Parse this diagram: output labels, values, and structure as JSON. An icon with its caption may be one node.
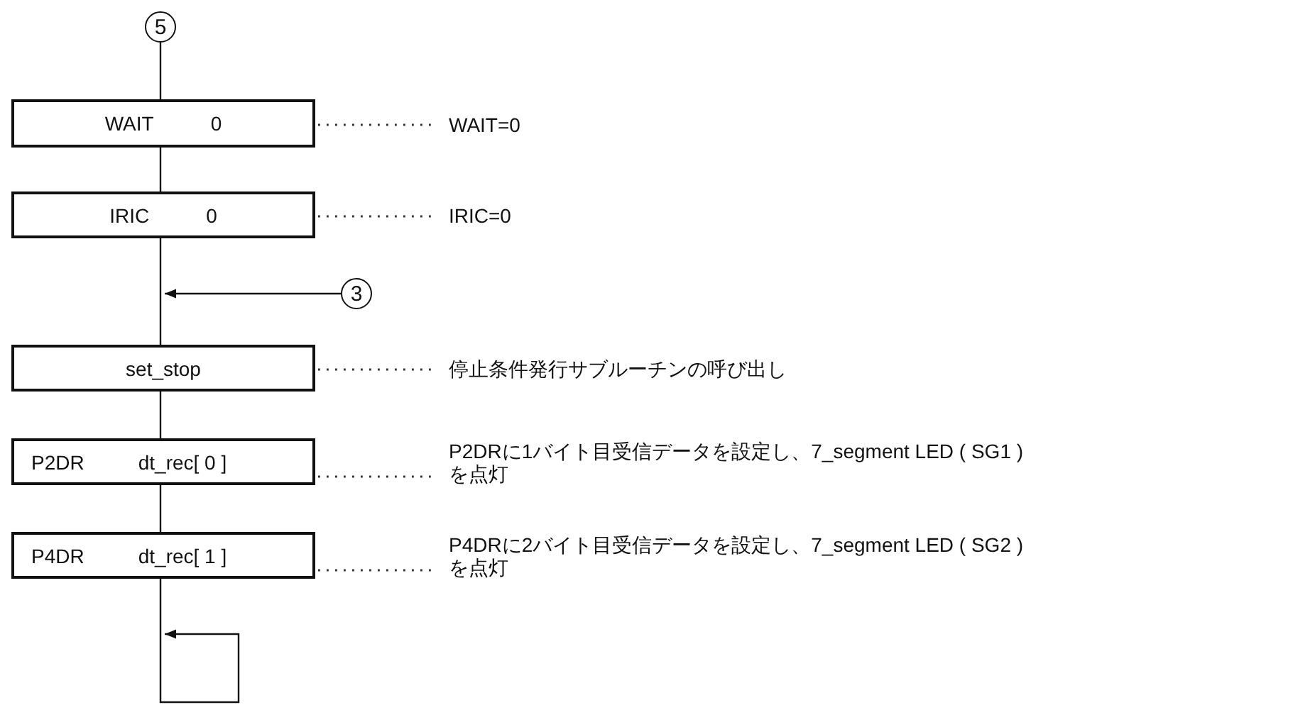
{
  "diagram": {
    "nodes": [
      {
        "text": [
          "5"
        ]
      },
      {
        "text": [
          "WAIT",
          "0"
        ]
      },
      {
        "text": [
          "IRIC",
          "0"
        ]
      },
      {
        "text": [
          "3"
        ]
      },
      {
        "text": [
          "set_stop"
        ]
      },
      {
        "text": [
          "P2DR",
          "dt_rec[ 0 ]"
        ]
      },
      {
        "text": [
          "P4DR",
          "dt_rec[ 1 ]"
        ]
      },
      {
        "text": [
          "WAIT=0"
        ]
      },
      {
        "text": [
          "IRIC=0"
        ]
      },
      {
        "text": [
          "停止条件発行サブルーチンの呼び出し"
        ]
      },
      {
        "text": [
          "P2DRに1バイト目受信データを設定し、7_segment LED ( SG1 ) を点灯"
        ]
      },
      {
        "text": [
          "P4DRに2バイト目受信データを設定し、7_segment LED ( SG2 ) を点灯"
        ]
      }
    ],
    "edges": [
      {
        "from": 0,
        "to": 1,
        "arrow": "none"
      },
      {
        "from": 1,
        "to": 2,
        "arrow": "none"
      },
      {
        "from": 2,
        "to": 4,
        "arrow": "none"
      },
      {
        "from": 3,
        "to": null,
        "arrow": "to"
      },
      {
        "from": 4,
        "to": 5,
        "arrow": "none"
      },
      {
        "from": 5,
        "to": 6,
        "arrow": "none"
      },
      {
        "from": 6,
        "to": null,
        "arrow": "to"
      },
      {
        "from": 1,
        "to": 7,
        "arrow": "none",
        "style": "dashed"
      },
      {
        "from": 2,
        "to": 8,
        "arrow": "none",
        "style": "dashed"
      },
      {
        "from": 4,
        "to": 9,
        "arrow": "none",
        "style": "dashed"
      },
      {
        "from": 5,
        "to": 10,
        "arrow": "none",
        "style": "dashed"
      },
      {
        "from": 6,
        "to": 11,
        "arrow": "none",
        "style": "dashed"
      }
    ]
  }
}
